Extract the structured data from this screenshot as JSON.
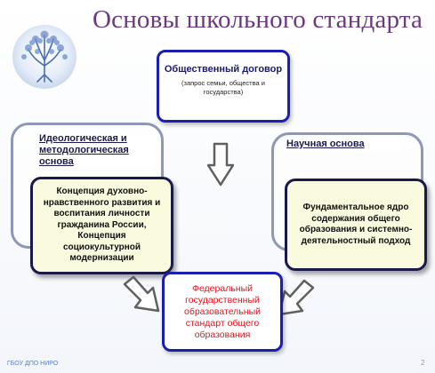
{
  "slide": {
    "title": "Основы школьного стандарта",
    "footer": "ГБОУ ДПО НИРО",
    "page_number": "2"
  },
  "diagram": {
    "top_box": {
      "title": "Общественный договор",
      "subtitle": "(запрос семьи, общества и государства)"
    },
    "left_group": {
      "label": "Идеологическая и методологическая основа",
      "content": "Концепция духовно-нравственного развития и воспитания личности гражданина России, Концепция социокультурной модернизации"
    },
    "right_group": {
      "label": "Научная основа",
      "content": "Фундаментальное ядро содержания общего образования и системно-деятельностный подход"
    },
    "bottom_box": {
      "content": "Федеральный государственный образовательный стандарт общего образования"
    }
  },
  "colors": {
    "title": "#6a3b7d",
    "box_border": "#1a1fb0",
    "card_fill": "#fafadf",
    "bottom_text": "#e0141e",
    "frame": "#8e97b7"
  }
}
